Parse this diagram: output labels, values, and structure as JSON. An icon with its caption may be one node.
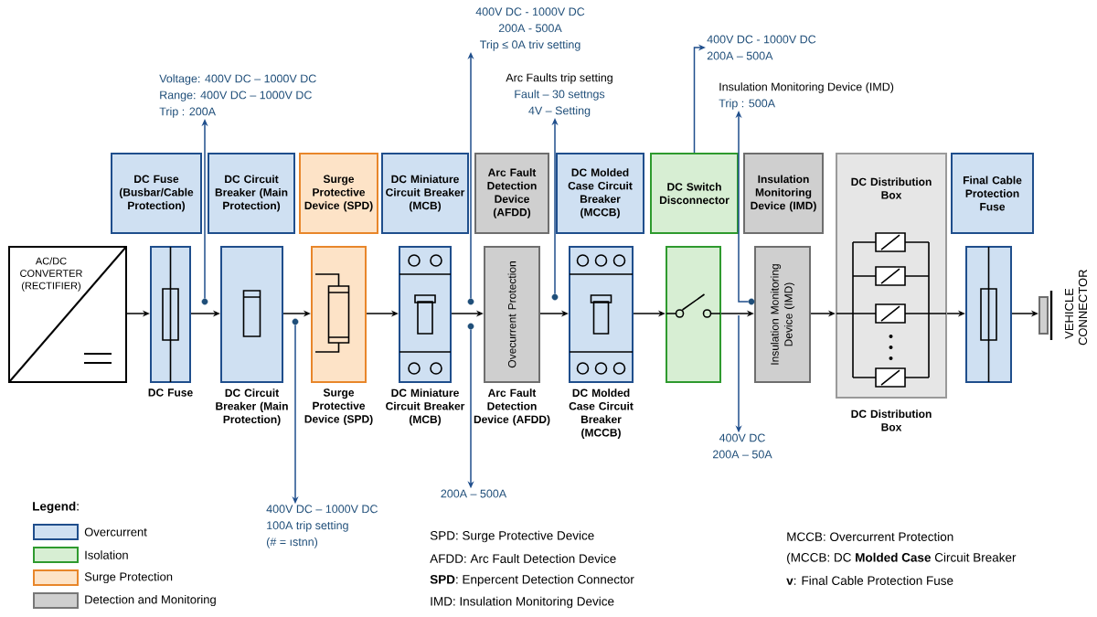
{
  "diagram": {
    "nodes": [
      {
        "text": [
          "DC Fuse (Busbar/Cable Protection)"
        ]
      },
      {
        "text": [
          "DC Circuit Breaker (Main Protection)"
        ]
      },
      {
        "text": [
          "Surge Protective Device (SPD)"
        ]
      },
      {
        "text": [
          "DC Miniature Circuit Breaker (MCB)"
        ]
      },
      {
        "text": [
          "Arc Fault Detection Device (AFDD)"
        ]
      },
      {
        "text": [
          "DC Molded Case Circuit Breaker (MCCB)"
        ]
      },
      {
        "text": [
          "DC Switch Disconnector"
        ]
      },
      {
        "text": [
          "Insulation Monitoring Device (IMD)"
        ]
      },
      {
        "text": [
          "DC Distribution Box"
        ],
        "beside": [
          "DC Distribution Box"
        ]
      },
      {
        "text": [
          "Final Cable Protection Fuse"
        ]
      },
      {
        "text": [
          "AC/DC CONVERTER (RECTIFIER)"
        ]
      },
      {
        "text": [],
        "shape": "box",
        "beside": [
          "DC Fuse"
        ]
      },
      {
        "text": [],
        "shape": "box",
        "beside": [
          "DC Circuit Breaker (Main Protection)"
        ]
      },
      {
        "text": [],
        "shape": "box",
        "beside": [
          "Surge Protective Device (SPD)"
        ]
      },
      {
        "text": [],
        "shape": "box",
        "beside": [
          "DC Miniature Circuit Breaker (MCB)"
        ]
      },
      {
        "text": [
          "Ovecurrent Protection"
        ],
        "beside": [
          "Arc Fault Detection Device (AFDD)"
        ]
      },
      {
        "text": [],
        "shape": "box",
        "beside": [
          "DC Molded Case Circuit Breaker (MCCB)"
        ]
      },
      {
        "text": [],
        "shape": "box"
      },
      {
        "text": [
          "Insulation Monitoring Device (IMD)"
        ]
      },
      {
        "text": [],
        "shape": "box"
      },
      {
        "text": [],
        "shape": "box",
        "beside": [
          "VEHICLE CONNECTOR"
        ]
      },
      {
        "text": [
          "Voltage: 400V DC – 1000V DC",
          "Range: 400V DC – 1000V DC",
          "Trip : 200A"
        ]
      },
      {
        "text": [
          "400V DC - 1000V DC",
          "200A - 500A",
          "Trip ≤ 0A triv setting"
        ]
      },
      {
        "text": [
          "Arc Faults trip setting",
          "Fault – 30 settngs",
          "4V – Setting"
        ]
      },
      {
        "text": [
          "400V DC - 1000V DC",
          "200A – 500A"
        ]
      },
      {
        "text": [
          "Insulation Monitoring Device (IMD)",
          "Trip : 500A"
        ]
      },
      {
        "text": [
          "400V DC – 1000V DC",
          "100A trip setting",
          "(# = ıstnn)"
        ]
      },
      {
        "text": [
          "200A – 500A"
        ]
      },
      {
        "text": [
          "400V DC",
          "200A – 50A"
        ]
      },
      {
        "text": [],
        "shape": "circle"
      },
      {
        "text": [],
        "shape": "circle"
      },
      {
        "text": [],
        "shape": "circle"
      },
      {
        "text": [],
        "shape": "circle"
      },
      {
        "text": [],
        "shape": "circle"
      },
      {
        "text": [],
        "shape": "circle"
      }
    ],
    "edges": [
      {
        "from": 10,
        "to": 11,
        "arrow": "to"
      },
      {
        "from": 11,
        "to": 12,
        "arrow": "to"
      },
      {
        "from": 12,
        "to": 13,
        "arrow": "to"
      },
      {
        "from": 13,
        "to": 14,
        "arrow": "to"
      },
      {
        "from": 14,
        "to": 15,
        "arrow": "to"
      },
      {
        "from": 15,
        "to": 16,
        "arrow": "to"
      },
      {
        "from": 16,
        "to": 17,
        "arrow": "to"
      },
      {
        "from": 17,
        "to": 18,
        "arrow": "to"
      },
      {
        "from": 18,
        "to": 8,
        "arrow": "to"
      },
      {
        "from": 8,
        "to": 19,
        "arrow": "to"
      },
      {
        "from": 19,
        "to": 20,
        "arrow": "to"
      },
      {
        "from": 29,
        "to": 21,
        "arrow": "to",
        "color": "#1f4e8c"
      },
      {
        "from": 30,
        "to": 22,
        "arrow": "to",
        "color": "#1f4e8c"
      },
      {
        "from": 31,
        "to": 23,
        "arrow": "to",
        "color": "#1f4e8c"
      },
      {
        "from": 6,
        "to": 24,
        "arrow": "to",
        "color": "#1f4e8c"
      },
      {
        "from": 32,
        "to": 25,
        "arrow": "to",
        "color": "#1f4e8c"
      },
      {
        "from": 33,
        "to": 26,
        "arrow": "to",
        "color": "#1f4e8c"
      },
      {
        "from": 34,
        "to": 27,
        "arrow": "to",
        "color": "#1f4e8c"
      },
      {
        "from": null,
        "to": 28,
        "arrow": "to",
        "color": "#1f4e8c"
      }
    ],
    "labels": [
      "**Legend**:",
      "SPD: Surge Protective Device",
      "AFDD: Arc Fault Detection Device",
      "**SPD**: Enpercent Detection Connector",
      "IMD: Insulation Monitoring Device",
      "MCCB: Overcurrent Protection",
      "(MCCB: DC **Molded Case** Circuit Breaker",
      "**v**: Final Cable Protection Fuse"
    ],
    "legend": [
      {
        "text": "Overcurrent",
        "color": "#cfe0f2"
      },
      {
        "text": "Isolation",
        "color": "#d7eed3"
      },
      {
        "text": "Surge Protection",
        "color": "#fde3c7"
      },
      {
        "text": "Detection and Monitoring",
        "color": "#cfcfcf"
      }
    ]
  }
}
